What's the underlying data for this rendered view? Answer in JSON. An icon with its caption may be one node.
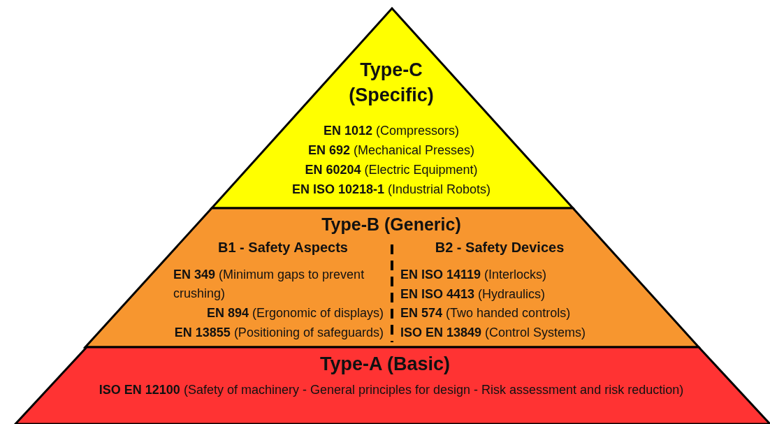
{
  "diagram": {
    "nodes": [
      {
        "text": [
          "Type-C (Specific)",
          "**EN 1012** (Compressors)",
          "**EN 692** (Mechanical Presses)",
          "**EN 60204** (Electric Equipment)",
          "**EN ISO 10218-1** (Industrial Robots)"
        ]
      },
      {
        "text": [
          "Type-B (Generic)",
          "B1 - Safety Aspects",
          "B2 - Safety Devices",
          "**EN 349** (Minimum gaps to prevent crushing)",
          "**EN 894** (Ergonomic of displays)",
          "**EN 13855** (Positioning of safeguards)",
          "**EN ISO 14119** (Interlocks)",
          "**EN ISO 4413** (Hydraulics)",
          "**EN 574** (Two handed controls)",
          "**ISO EN 13849** (Control Systems)"
        ]
      },
      {
        "text": [
          "Type-A (Basic)",
          "**ISO EN 12100** (Safety of machinery - General principles for design - Risk assessment and risk reduction)"
        ]
      }
    ]
  }
}
